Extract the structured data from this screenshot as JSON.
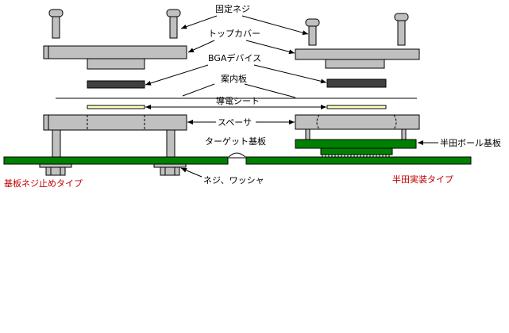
{
  "labels": {
    "screw": "固定ネジ",
    "top_cover": "トップカバー",
    "bga_device": "BGAデバイス",
    "guide_plate": "案内板",
    "conductive_sheet": "導電シート",
    "spacer": "スペーサ",
    "target_board": "ターゲット基板",
    "solder_ball_board": "半田ボール基板",
    "nut_washer": "ネジ、ワッシャ",
    "left_type": "基板ネジ止めタイプ",
    "right_type": "半田実装タイプ"
  },
  "colors": {
    "part_gray": "#c0c0c0",
    "dark_gray": "#404040",
    "board_green": "#008000",
    "sheet_yellow": "#ffffc0",
    "caption_red": "#c00000",
    "line": "#000000"
  }
}
